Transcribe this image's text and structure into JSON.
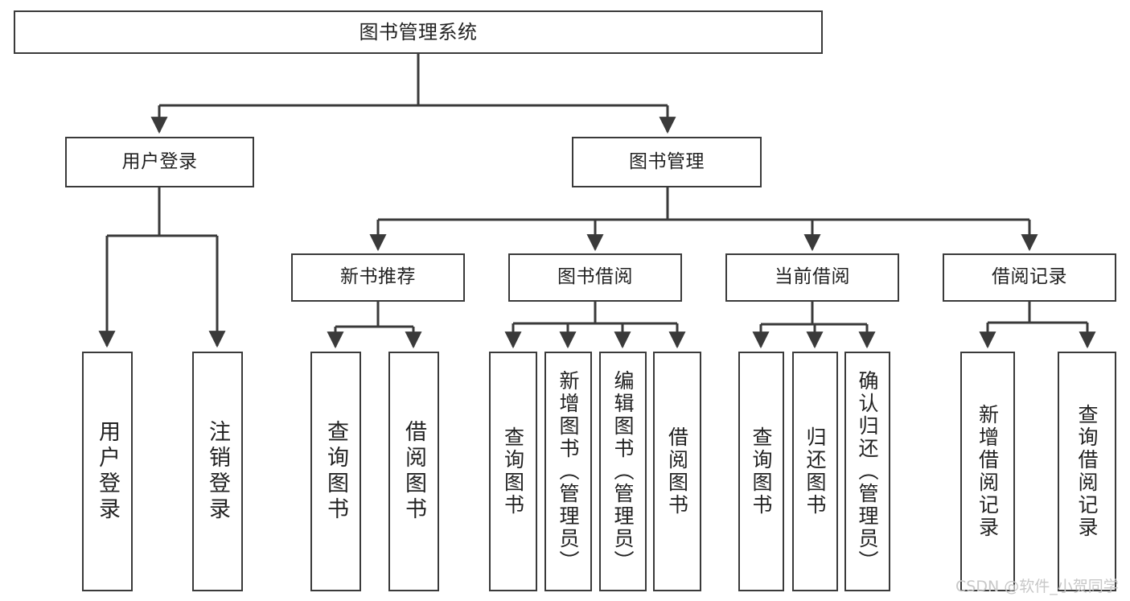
{
  "diagram": {
    "title": "图书管理系统",
    "type": "tree-hierarchy",
    "background": "#ffffff",
    "line_color": "#3a3a3a",
    "box_border_color": "#3a3a3a",
    "text_color": "#222222"
  },
  "nodes": {
    "root": {
      "label": "图书管理系统"
    },
    "level2": [
      {
        "label": "用户登录"
      },
      {
        "label": "图书管理"
      }
    ],
    "level3": [
      {
        "label": "新书推荐"
      },
      {
        "label": "图书借阅"
      },
      {
        "label": "当前借阅"
      },
      {
        "label": "借阅记录"
      }
    ],
    "leaves_user_login": [
      {
        "label": "用户登录"
      },
      {
        "label": "注销登录"
      }
    ],
    "leaves_new_book": [
      {
        "label": "查询图书"
      },
      {
        "label": "借阅图书"
      }
    ],
    "leaves_borrow": [
      {
        "label": "查询图书"
      },
      {
        "label": "新增图书（管理员）"
      },
      {
        "label": "编辑图书（管理员）"
      },
      {
        "label": "借阅图书"
      }
    ],
    "leaves_current": [
      {
        "label": "查询图书"
      },
      {
        "label": "归还图书"
      },
      {
        "label": "确认归还（管理员）"
      }
    ],
    "leaves_records": [
      {
        "label": "新增借阅记录"
      },
      {
        "label": "查询借阅记录"
      }
    ]
  },
  "watermark": {
    "text": "CSDN @软件_小贺同学",
    "color": "#c8c8c8"
  }
}
